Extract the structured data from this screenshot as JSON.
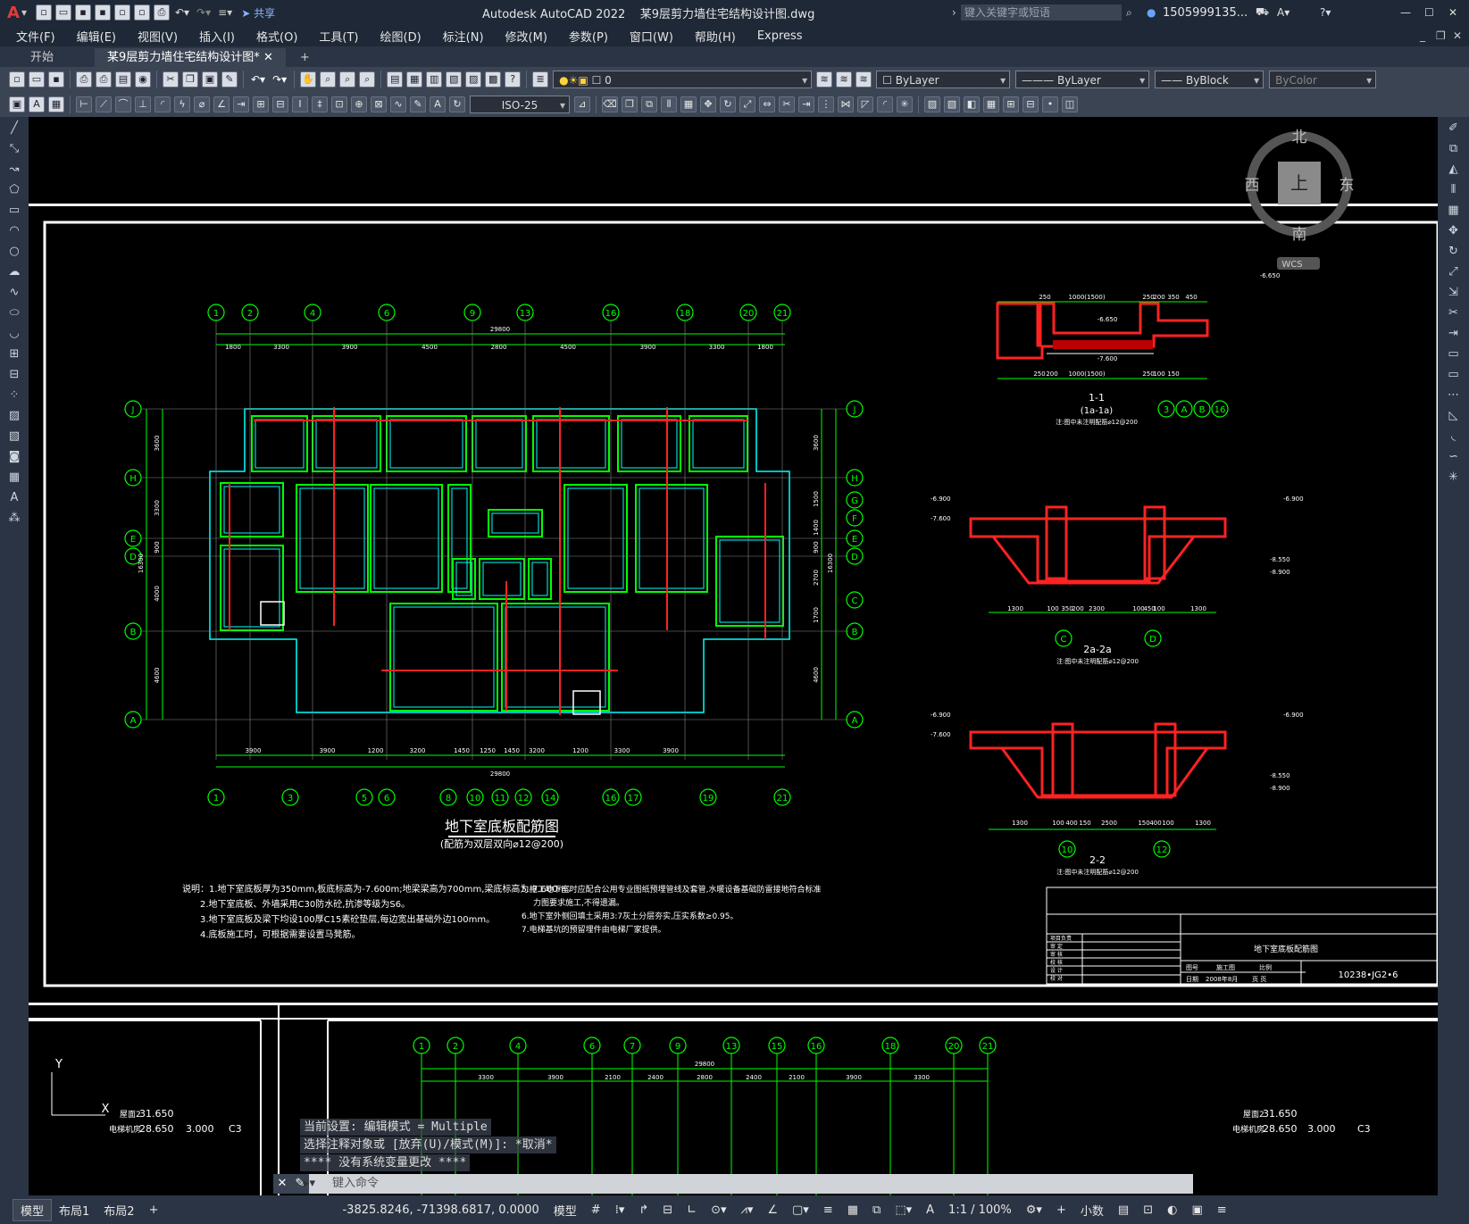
{
  "app": {
    "title": "Autodesk AutoCAD 2022    某9层剪力墙住宅结构设计图.dwg",
    "search_placeholder": "键入关键字或短语",
    "user": "1505999135...",
    "share": "共享"
  },
  "menu": [
    "文件(F)",
    "编辑(E)",
    "视图(V)",
    "插入(I)",
    "格式(O)",
    "工具(T)",
    "绘图(D)",
    "标注(N)",
    "修改(M)",
    "参数(P)",
    "窗口(W)",
    "帮助(H)",
    "Express"
  ],
  "tabs": {
    "start": "开始",
    "file": "某9层剪力墙住宅结构设计图*"
  },
  "props": {
    "layer": "0",
    "color": "ByLayer",
    "linetype": "ByLayer",
    "lineweight": "ByBlock",
    "plotstyle": "ByColor",
    "dimstyle": "ISO-25"
  },
  "viewcube": {
    "n": "北",
    "s": "南",
    "e": "东",
    "w": "西",
    "top": "上",
    "wcs": "WCS"
  },
  "drawing": {
    "plan_title": "地下室底板配筋图",
    "plan_subtitle": "(配筋为双层双向⌀12@200)",
    "top_axes": [
      "1",
      "2",
      "4",
      "6",
      "9",
      "13",
      "16",
      "18",
      "20",
      "21"
    ],
    "top_dims": [
      "1800",
      "3300",
      "3900",
      "4500",
      "2800",
      "4500",
      "3900",
      "3300",
      "1800"
    ],
    "top_total": "29800",
    "bottom_axes": [
      "1",
      "3",
      "5",
      "6",
      "8",
      "10",
      "11",
      "12",
      "14",
      "16",
      "17",
      "19",
      "21"
    ],
    "bottom_dims": [
      "3900",
      "3900",
      "1200",
      "3200",
      "1450",
      "1250",
      "1450",
      "3200",
      "1200",
      "3300",
      "3900"
    ],
    "left_axes": [
      "J",
      "H",
      "E",
      "D",
      "B",
      "A"
    ],
    "right_axes": [
      "J",
      "H",
      "G",
      "F",
      "E",
      "D",
      "C",
      "B",
      "A"
    ],
    "left_dims": [
      "3600",
      "3300",
      "900",
      "4000",
      "4600"
    ],
    "right_dims": [
      "3600",
      "1500",
      "1400",
      "900",
      "2700",
      "1700",
      "4600"
    ],
    "total_v": "16300",
    "notes": [
      "说明：1.地下室底板厚为350mm,板底标高为-7.600m;地梁梁高为700mm,梁底标高为-7.600m。",
      "2.地下室底板、外墙采用C30防水砼,抗渗等级为S6。",
      "3.地下室底板及梁下均设100厚C15素砼垫层,每边宽出基础外边100mm。",
      "4.底板施工时，可根据需要设置马凳筋。"
    ],
    "notes2": [
      "5.施工地下室时应配合公用专业图纸预埋管线及套管,水暖设备基础防雷接地符合标准",
      "力图要求施工,不得遗漏。",
      "6.地下室外侧回填土采用3:7灰土分层夯实,压实系数≥0.95。",
      "7.电梯基坑的预留埋件由电梯厂家提供。"
    ],
    "sec11": {
      "title": "1-1",
      "sub": "(1a-1a)",
      "note": "注:图中未注明配筋⌀12@200",
      "axes": [
        "3",
        "A",
        "B",
        "16"
      ],
      "top": [
        "250",
        "1000(1500)",
        "250",
        "200",
        "350",
        "450"
      ],
      "bot": [
        "250",
        "200",
        "1000(1500)",
        "250",
        "100",
        "150"
      ],
      "lv1": "-6.650",
      "lv2": "-7.600",
      "lv3": "-6.650"
    },
    "sec2a": {
      "title": "2a-2a",
      "note": "注:图中未注明配筋⌀12@200",
      "axes": [
        "C",
        "D"
      ],
      "lv1": "-6.900",
      "lv2": "-7.600",
      "lv3": "-6.900",
      "lv4": "-8.550",
      "lv5": "-8.900",
      "dims": [
        "1300",
        "100",
        "350",
        "200",
        "2300",
        "100",
        "450",
        "100",
        "1300"
      ]
    },
    "sec22": {
      "title": "2-2",
      "note": "注:图中未注明配筋⌀12@200",
      "axes": [
        "10",
        "12"
      ],
      "lv1": "-6.900",
      "lv2": "-7.600",
      "lv3": "-6.900",
      "lv4": "-8.550",
      "lv5": "-8.900",
      "dims": [
        "1300",
        "100",
        "400",
        "150",
        "2500",
        "150",
        "400",
        "100",
        "1300"
      ]
    },
    "titleblock": {
      "name": "地下室底板配筋图",
      "code": "10238•JG2•6",
      "date": "2008年8月",
      "rows": [
        "项目负责",
        "审  定",
        "审  核",
        "校  核",
        "设  计",
        "校  对"
      ],
      "c1": "图号",
      "c2": "施工图",
      "c3": "比例",
      "c4": "日期",
      "c5": "页  页"
    },
    "lower": {
      "axes": [
        "1",
        "2",
        "4",
        "6",
        "7",
        "9",
        "13",
        "15",
        "16",
        "18",
        "20",
        "21"
      ],
      "total": "29800",
      "y": "Y",
      "x": "X",
      "l1": "屋面2",
      "v1": "31.650",
      "l2": "电梯机房",
      "v2": "28.650",
      "v3": "3.000",
      "c": "C3",
      "dims": [
        "3300",
        "3900",
        "2100",
        "2400",
        "2800",
        "2400",
        "2100",
        "3900",
        "3300"
      ]
    }
  },
  "command": {
    "line1": "当前设置: 编辑模式 = Multiple",
    "line2": "选择注释对象或 [放弃(U)/模式(M)]: *取消*",
    "line3": "**** 没有系统变量更改 ****",
    "placeholder": "键入命令"
  },
  "status": {
    "tabs": [
      "模型",
      "布局1",
      "布局2"
    ],
    "coords": "-3825.8246, -71398.6817, 0.0000",
    "model": "模型",
    "scale": "1:1 / 100%",
    "units": "小数"
  }
}
